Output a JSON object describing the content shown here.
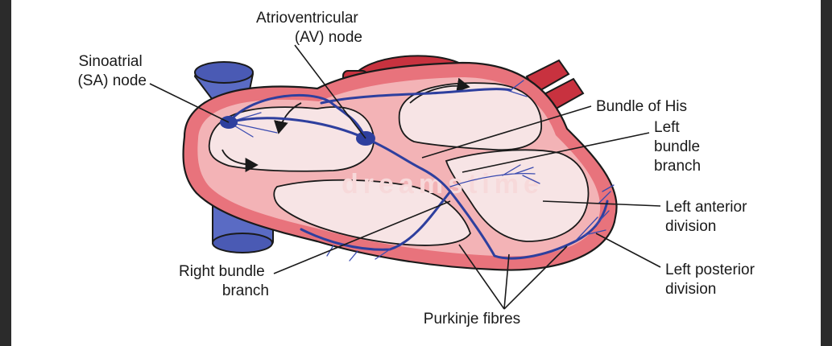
{
  "labels": {
    "av_node": [
      "Atrioventricular",
      "(AV) node"
    ],
    "sa_node": [
      "Sinoatrial",
      "(SA) node"
    ],
    "bundle_of_his": [
      "Bundle of His"
    ],
    "left_bundle_branch": [
      "Left",
      "bundle",
      "branch"
    ],
    "left_anterior_division": [
      "Left anterior",
      "division"
    ],
    "left_posterior_division": [
      "Left posterior",
      "division"
    ],
    "right_bundle_branch": [
      "Right bundle",
      "branch"
    ],
    "purkinje_fibres": [
      "Purkinje fibres"
    ]
  },
  "watermark": "dreamstime",
  "colors": {
    "wall_outer": "#e8737c",
    "wall_inner": "#f3b3b6",
    "chamber": "#f7e4e5",
    "vessel_blue": "#5a6bc4",
    "vessel_red": "#c8323f",
    "nerve": "#2e3f9e"
  }
}
